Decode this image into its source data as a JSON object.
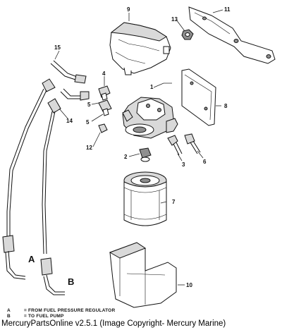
{
  "callouts": {
    "c1": "1",
    "c2": "2",
    "c3": "3",
    "c4": "4",
    "c5": "5",
    "c6": "6",
    "c7": "7",
    "c8": "8",
    "c9": "9",
    "c10": "10",
    "c11": "11",
    "c12": "12",
    "c13": "13",
    "c14": "14",
    "c15": "15",
    "cA": "A",
    "cB": "B"
  },
  "legend": {
    "a_key": "A",
    "a_text": "=   FROM FUEL PRESSURE REGULATOR",
    "b_key": "B",
    "b_text": "=   TO FUEL PUMP"
  },
  "footer": "MercuryPartsOnline v2.5.1 (Image Copyright- Mercury Marine)"
}
